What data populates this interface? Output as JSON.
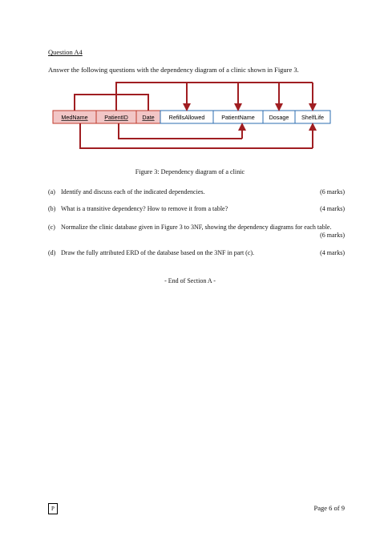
{
  "question": {
    "title": "Question A4",
    "intro": "Answer the following questions with the dependency diagram of a clinic shown in Figure 3."
  },
  "figure": {
    "attributes": [
      {
        "name": "MedName",
        "key": true
      },
      {
        "name": "PatientID",
        "key": true
      },
      {
        "name": "Date",
        "key": true
      },
      {
        "name": "RefillsAllowed",
        "key": false
      },
      {
        "name": "PatientName",
        "key": false
      },
      {
        "name": "Dosage",
        "key": false
      },
      {
        "name": "ShelfLife",
        "key": false
      }
    ],
    "caption": "Figure 3: Dependency diagram of a clinic",
    "colors": {
      "key_fill": "#f2c6c6",
      "key_border": "#c0392b",
      "attr_border": "#2b6cb0",
      "arrow": "#a01e22"
    }
  },
  "parts": [
    {
      "label": "(a)",
      "text": "Identify and discuss each of the indicated dependencies.",
      "marks": "(6 marks)"
    },
    {
      "label": "(b)",
      "text": "What is a transitive dependency?  How to remove it from a table?",
      "marks": "(4 marks)"
    },
    {
      "label": "(c)",
      "text": "Normalize the clinic database given in Figure 3 to 3NF, showing the dependency diagrams for each table.",
      "marks": "(6 marks)"
    },
    {
      "label": "(d)",
      "text": "Draw the fully attributed ERD of the database based on the 3NF in part (c).",
      "marks": "(4 marks)"
    }
  ],
  "end_text": "- End of Section A -",
  "footer": {
    "stamp": "P",
    "page": "Page 6 of 9"
  }
}
